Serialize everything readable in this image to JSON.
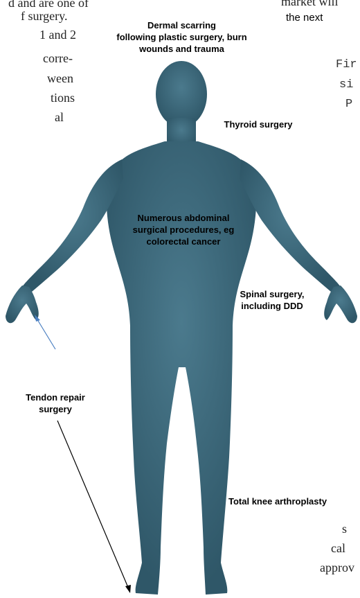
{
  "colors": {
    "body_fill": "#365f73",
    "arrow_tendon": "#4a7fc1",
    "arrow_foot": "#000000"
  },
  "background_text": {
    "left_lines": [
      "d and are one of",
      "f surgery.",
      "1  and  2",
      "corre-",
      "ween",
      "tions",
      "al"
    ],
    "right_top_lines": [
      "market will",
      "the next"
    ],
    "right_mono_lines": [
      "Fir",
      "si",
      "P"
    ],
    "right_bottom_lines": [
      "s",
      "cal",
      "approv"
    ]
  },
  "callouts": {
    "dermal": [
      "Dermal scarring",
      "following plastic surgery, burn",
      "wounds and trauma"
    ],
    "thyroid": [
      "Thyroid surgery"
    ],
    "abdominal": [
      "Numerous abdominal",
      "surgical procedures, eg",
      "colorectal cancer"
    ],
    "spinal": [
      "Spinal surgery,",
      "including DDD"
    ],
    "tendon": [
      "Tendon repair",
      "surgery"
    ],
    "knee": [
      "Total knee arthroplasty"
    ]
  }
}
